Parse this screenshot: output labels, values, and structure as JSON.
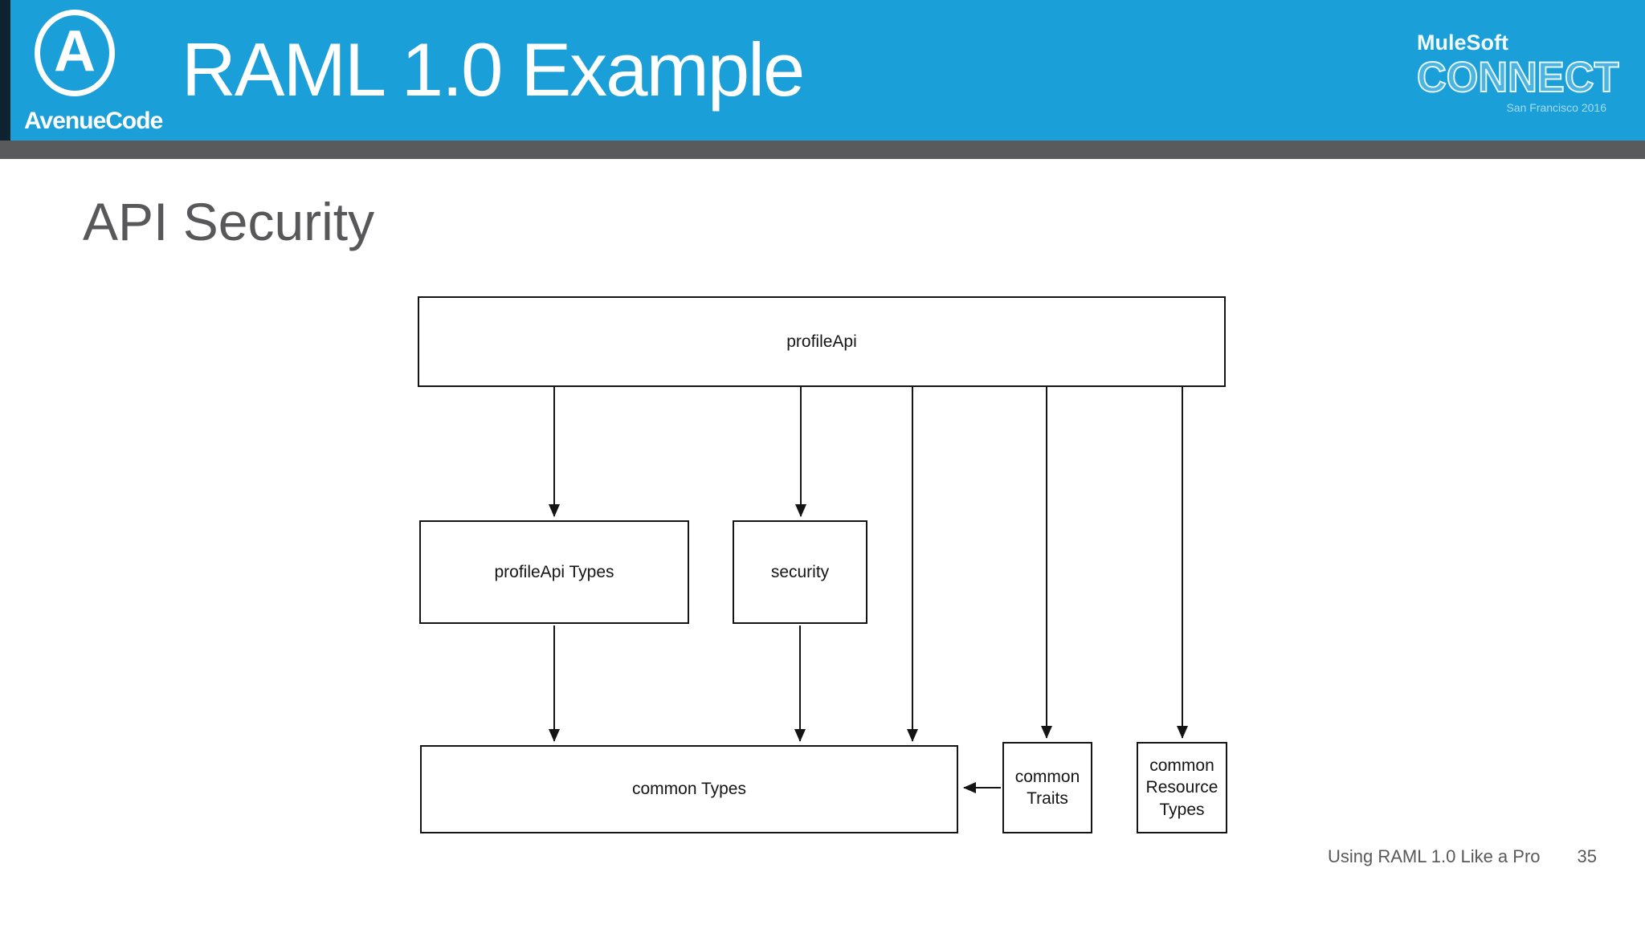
{
  "header": {
    "title": "RAML 1.0 Example",
    "avenuecode": {
      "monogram": "A",
      "brand": "AvenueCode"
    },
    "mulesoft": {
      "brand": "MuleSoft",
      "event": "CONNECT",
      "location": "San Francisco 2016"
    }
  },
  "slide": {
    "heading": "API Security",
    "footer": {
      "label": "Using RAML 1.0 Like a Pro",
      "page": "35"
    }
  },
  "diagram": {
    "nodes": {
      "profileApi": "profileApi",
      "profileApiTypes": "profileApi Types",
      "security": "security",
      "commonTypes": "common Types",
      "commonTraits": "common Traits",
      "commonResourceTypes": "common Resource Types"
    },
    "edges": [
      {
        "from": "profileApi",
        "to": "profileApiTypes"
      },
      {
        "from": "profileApi",
        "to": "security"
      },
      {
        "from": "profileApi",
        "to": "commonTypes"
      },
      {
        "from": "profileApi",
        "to": "commonTraits"
      },
      {
        "from": "profileApi",
        "to": "commonResourceTypes"
      },
      {
        "from": "profileApiTypes",
        "to": "commonTypes"
      },
      {
        "from": "security",
        "to": "commonTypes"
      },
      {
        "from": "commonTraits",
        "to": "commonTypes"
      }
    ]
  },
  "colors": {
    "header_blue": "#1a9fd9",
    "divider_gray": "#595a5c",
    "heading_gray": "#58585a",
    "footer_gray": "#595959",
    "line_black": "#141414"
  }
}
